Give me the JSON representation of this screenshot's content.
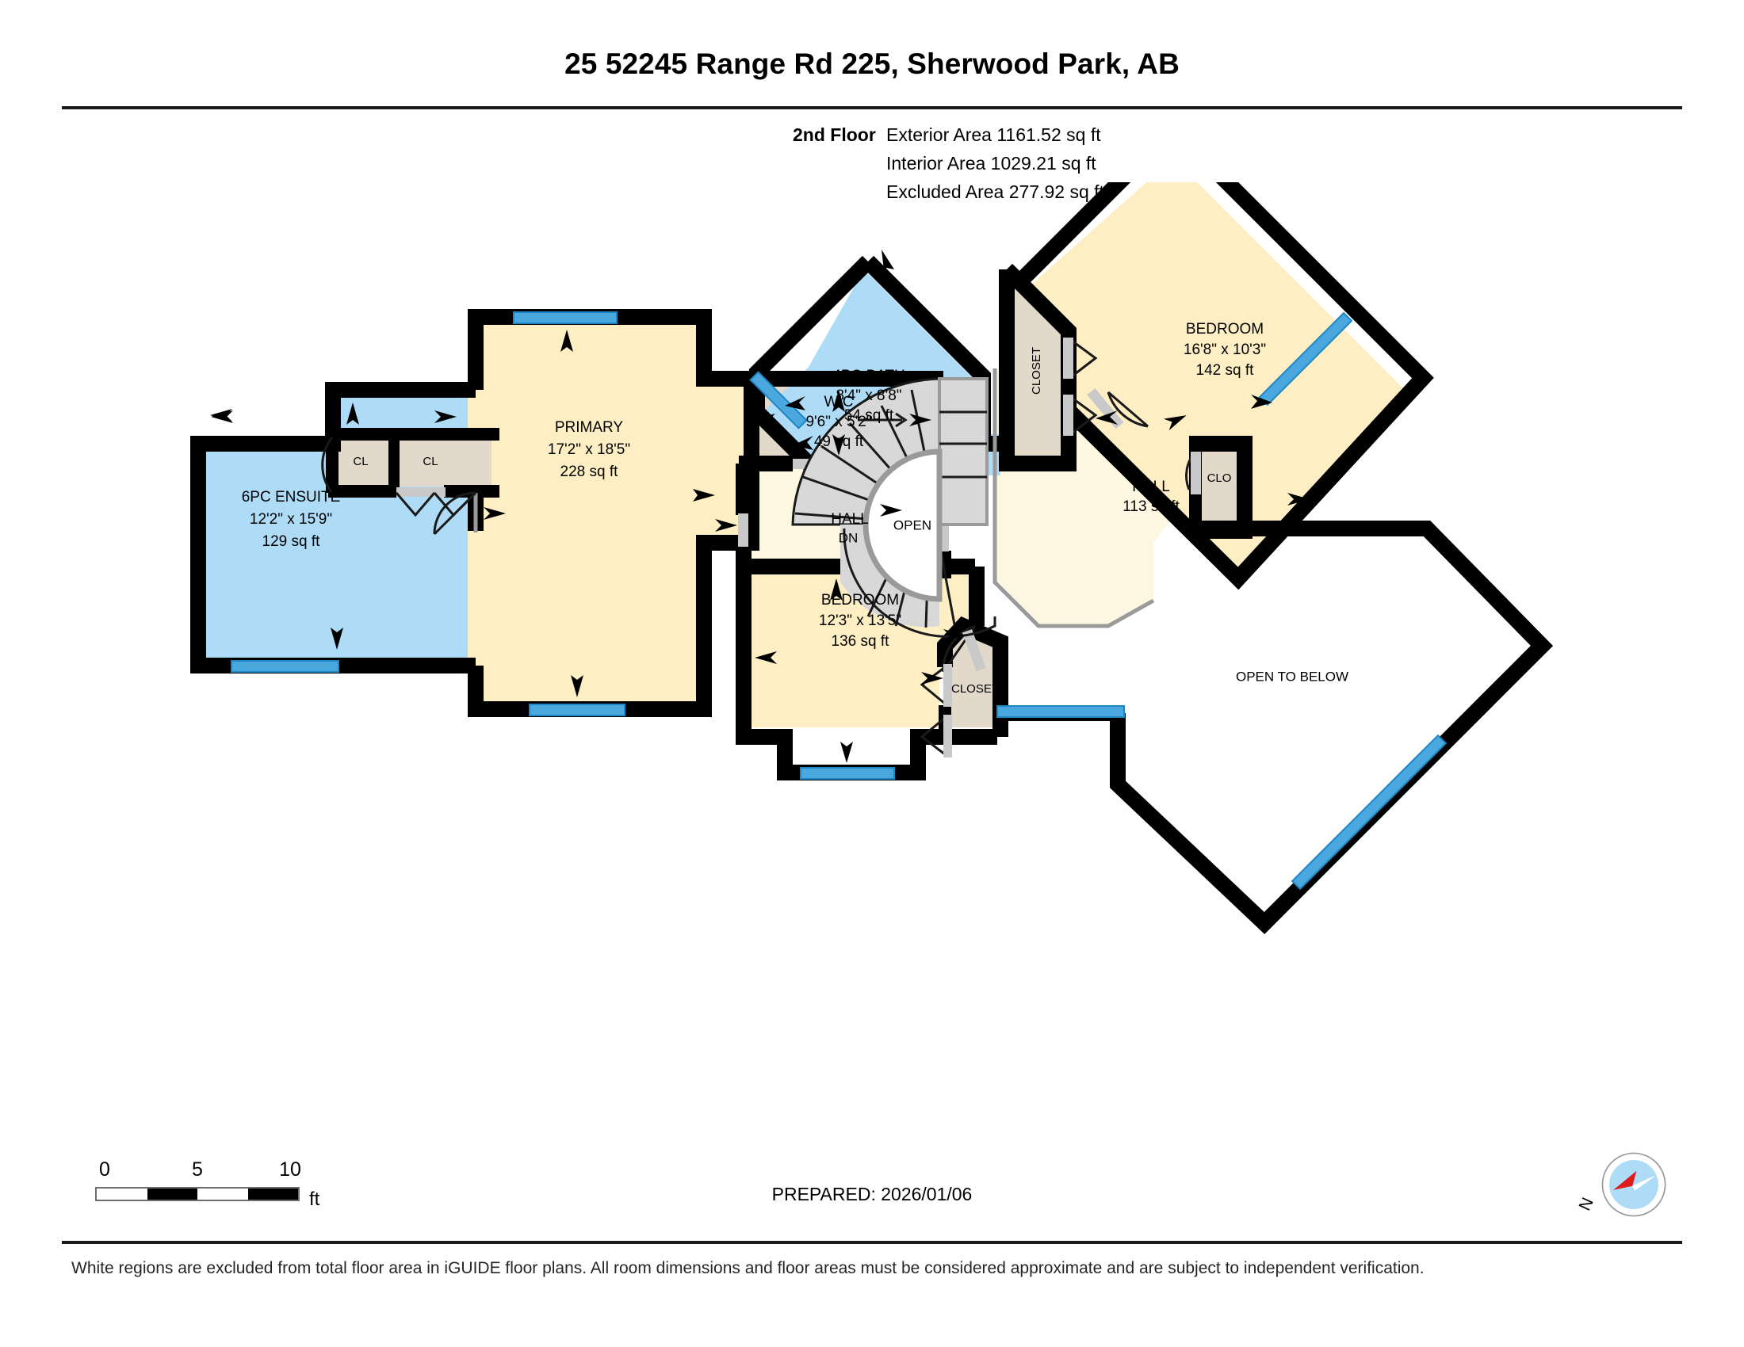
{
  "header": {
    "title": "25 52245 Range Rd 225, Sherwood Park, AB",
    "floor_label": "2nd Floor",
    "exterior_area": "Exterior Area 1161.52 sq ft",
    "interior_area": "Interior Area 1029.21 sq ft",
    "excluded_area": "Excluded Area 277.92 sq ft"
  },
  "rooms": {
    "ensuite": {
      "name": "6PC ENSUITE",
      "dims": "12'2\" x 15'9\"",
      "area": "129 sq ft"
    },
    "primary": {
      "name": "PRIMARY",
      "dims": "17'2\" x 18'5\"",
      "area": "228 sq ft"
    },
    "wic": {
      "name": "WIC",
      "dims": "9'6\" x 5'2\"",
      "area": "49 sq ft"
    },
    "hall_left": {
      "name": "HALL"
    },
    "hall_right": {
      "name": "HALL",
      "area": "113 sq ft"
    },
    "bath": {
      "name": "4PC BATH",
      "dims": "8'4\" x 8'8\"",
      "area": "54 sq ft"
    },
    "bedroom_ne": {
      "name": "BEDROOM",
      "dims": "16'8\" x 10'3\"",
      "area": "142 sq ft"
    },
    "bedroom_s": {
      "name": "BEDROOM",
      "dims": "12'3\" x 13'5\"",
      "area": "136 sq ft"
    },
    "closet_ne": {
      "name": "CLOSET"
    },
    "closet_s": {
      "name": "CLOSET"
    },
    "clo_small": {
      "name": "CLO"
    },
    "cl_left": {
      "name": "CL"
    },
    "cl_right": {
      "name": "CL"
    },
    "stair_open": {
      "name": "OPEN"
    },
    "stair_dn": {
      "name": "DN"
    },
    "open_to_below": {
      "name": "OPEN TO BELOW"
    }
  },
  "footer": {
    "scale_0": "0",
    "scale_5": "5",
    "scale_10": "10",
    "scale_unit": "ft",
    "prepared": "PREPARED: 2026/01/06",
    "compass_north": "N",
    "disclaimer": "White regions are excluded from total floor area in iGUIDE floor plans. All room dimensions and floor areas must be considered approximate and are subject to independent verification."
  },
  "colors": {
    "wall": "#000000",
    "room_cream": "#FDEEC4",
    "room_light_cream": "#FDF6E0",
    "room_blue": "#AEDCF7",
    "closet_tan": "#E3D9CB",
    "window_blue": "#4AA8DF",
    "stair_gray": "#D8D8D8",
    "door_gray": "#C9C9C9"
  }
}
